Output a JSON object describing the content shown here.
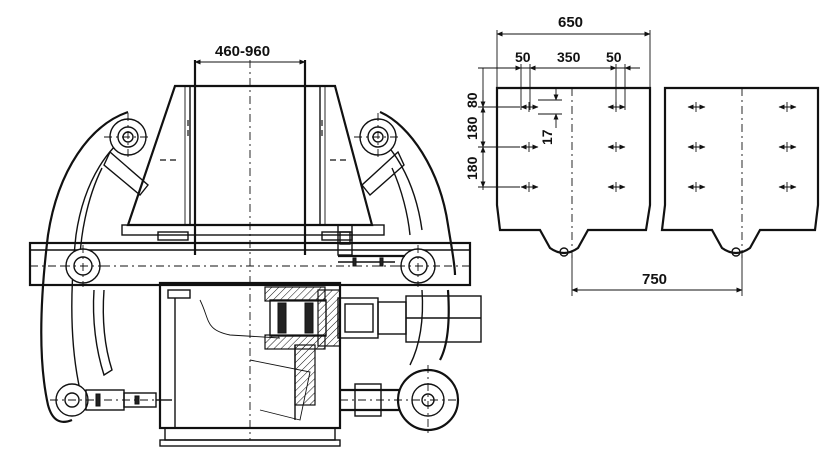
{
  "drawing": {
    "dimensions": {
      "opening_range": "460-960",
      "plate_width": "650",
      "edge_left": "50",
      "center_span": "350",
      "edge_right": "50",
      "vert_top": "80",
      "vert_mid": "180",
      "vert_bot": "180",
      "offset_small": "17",
      "plate_spacing": "750"
    }
  }
}
